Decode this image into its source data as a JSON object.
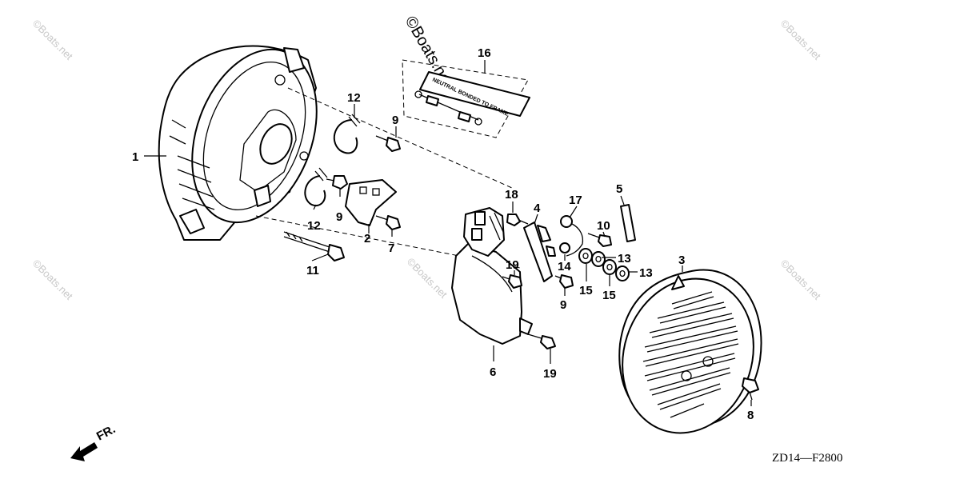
{
  "diagram_code": "ZD14—F2800",
  "direction_label": "FR.",
  "decal_text": "NEUTRAL BONDED TO FRAME",
  "watermark": {
    "light": "©Boats.net",
    "dark": "©Boats.net"
  },
  "callouts": {
    "c1": "1",
    "c2": "2",
    "c3": "3",
    "c4": "4",
    "c5": "5",
    "c6": "6",
    "c7": "7",
    "c8": "8",
    "c9a": "9",
    "c9b": "9",
    "c9c": "9",
    "c10": "10",
    "c11": "11",
    "c12a": "12",
    "c12b": "12",
    "c13a": "13",
    "c13b": "13",
    "c14": "14",
    "c15a": "15",
    "c15b": "15",
    "c16": "16",
    "c17": "17",
    "c18": "18",
    "c19a": "19",
    "c19b": "19"
  }
}
